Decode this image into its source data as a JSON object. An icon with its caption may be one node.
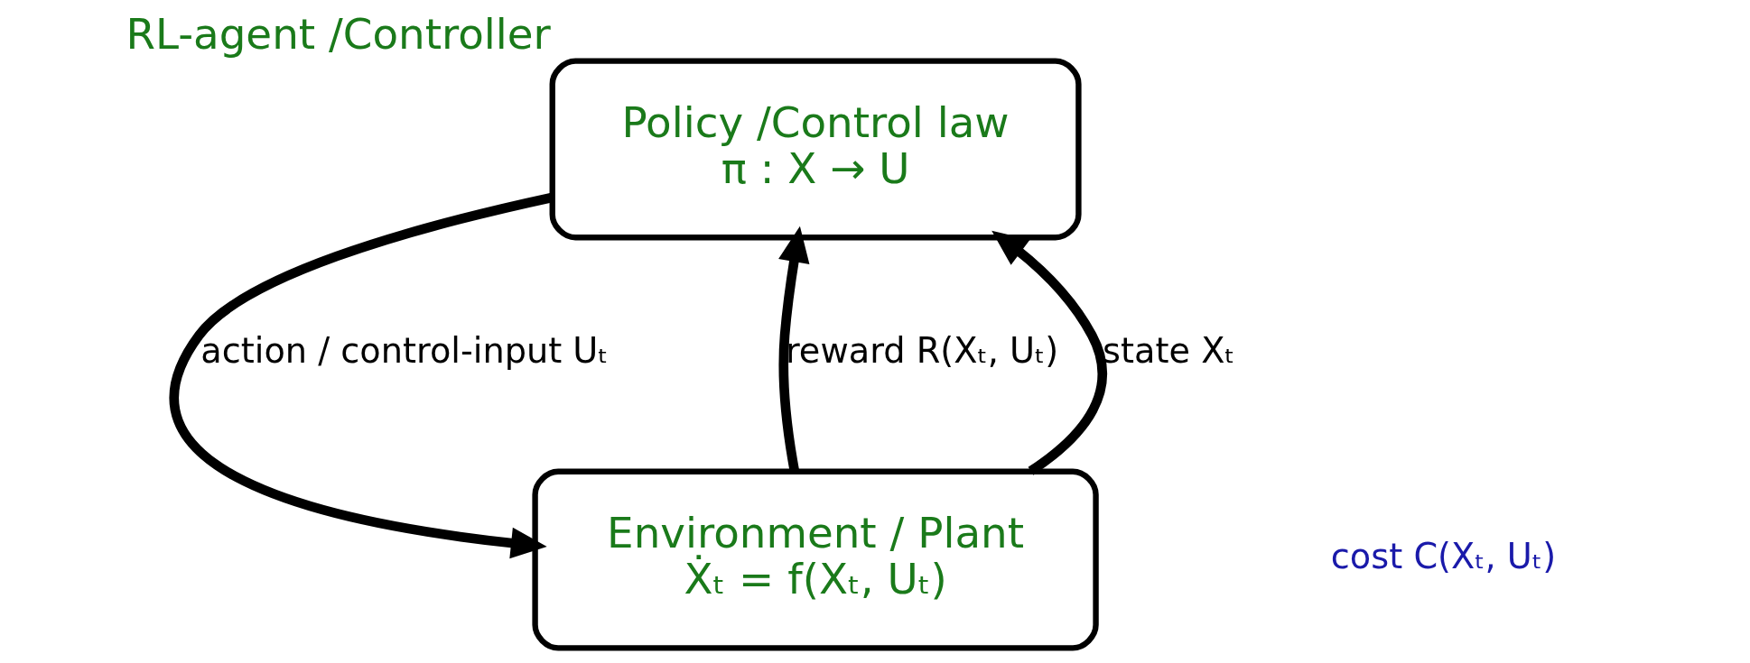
{
  "diagram": {
    "nodes": [
      {
        "text": [
          "Policy /Control law",
          "π : X → U"
        ],
        "beside": [
          "RL-agent /Controller"
        ]
      },
      {
        "text": [
          "Environment / Plant",
          "Ẋₜ = f(Xₜ, Uₜ)"
        ]
      }
    ],
    "edges": [
      {
        "from": 0,
        "to": 1,
        "arrow": "to",
        "label": "action / control-input Uₜ"
      },
      {
        "from": 1,
        "to": 0,
        "arrow": "to",
        "label": "reward R(Xₜ, Uₜ)"
      },
      {
        "from": 1,
        "to": 0,
        "arrow": "to",
        "label": "state Xₜ"
      }
    ],
    "labels": [
      "cost C(Xₜ, Uₜ)"
    ]
  }
}
